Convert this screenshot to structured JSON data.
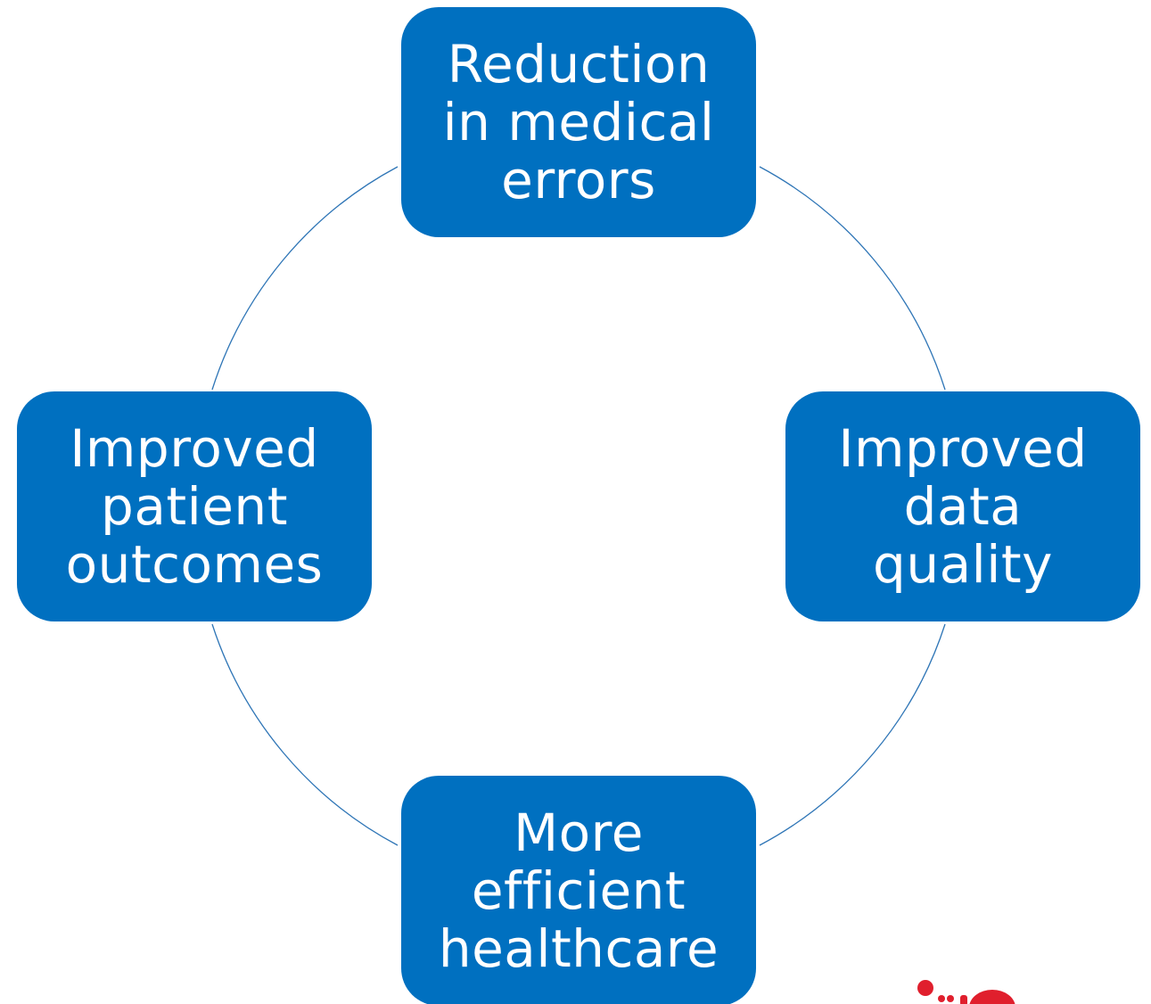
{
  "diagram": {
    "type": "cycle",
    "colors": {
      "node_fill": "#0070C0",
      "node_text": "#FFFFFF",
      "connector": "#2E75B6",
      "logo_accent": "#E01F2D"
    },
    "nodes": [
      {
        "id": "top",
        "label": "Reduction\nin medical\nerrors"
      },
      {
        "id": "right",
        "label": "Improved\ndata\nquality"
      },
      {
        "id": "bottom",
        "label": "More\nefficient\nhealthcare"
      },
      {
        "id": "left",
        "label": "Improved\npatient\noutcomes"
      }
    ]
  },
  "logo": {
    "icon": "red-dots-logo-icon"
  }
}
